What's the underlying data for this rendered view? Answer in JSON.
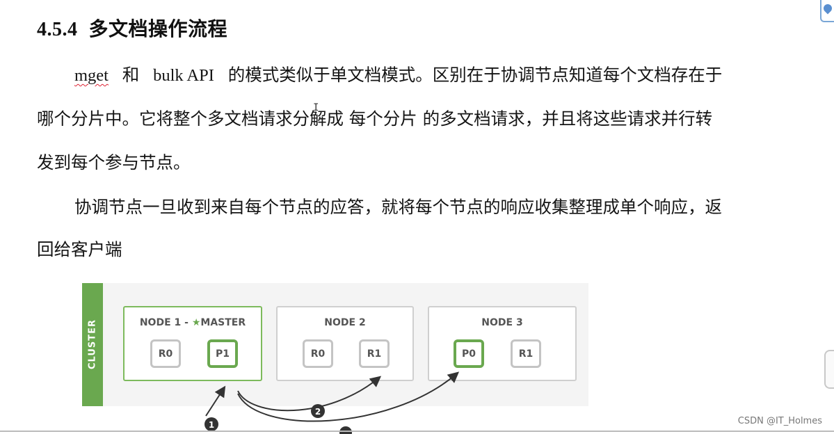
{
  "heading": {
    "number": "4.5.4",
    "title": "多文档操作流程"
  },
  "paragraph1": {
    "mget": "mget",
    "he": "和",
    "bulk": "bulk API",
    "line1_rest": "的模式类似于单文档模式。区别在于协调节点知道每个文档存在于",
    "line2": "哪个分片中。它将整个多文档请求分解成  每个分片  的多文档请求，并且将这些请求并行转",
    "line3": "发到每个参与节点。"
  },
  "paragraph2": {
    "line1": "协调节点一旦收到来自每个节点的应答，就将每个节点的响应收集整理成单个响应，返",
    "line2": "回给客户端"
  },
  "diagram": {
    "cluster_label": "CLUSTER",
    "nodes": [
      {
        "title_prefix": "NODE 1 - ",
        "star": "★",
        "title_suffix": "MASTER",
        "shards": [
          "R0",
          "P1"
        ]
      },
      {
        "title": "NODE 2",
        "shards": [
          "R0",
          "R1"
        ]
      },
      {
        "title": "NODE 3",
        "shards": [
          "P0",
          "R1"
        ]
      }
    ],
    "steps": [
      "1",
      "2"
    ],
    "colors": {
      "green": "#6aa84f",
      "gray": "#c4c4c4",
      "arrow": "#333333"
    }
  },
  "watermark": "CSDN @IT_Holmes"
}
